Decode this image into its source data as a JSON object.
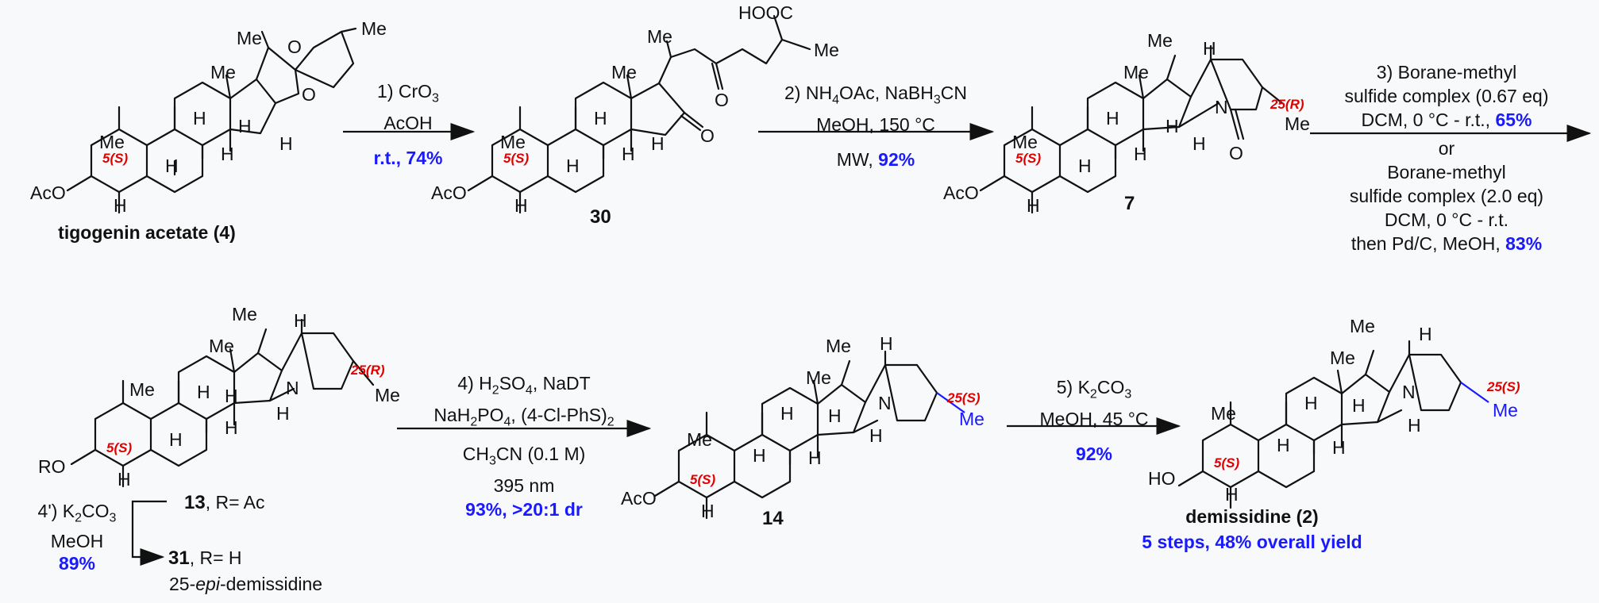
{
  "compounds": {
    "c4": {
      "name": "tigogenin acetate (4)",
      "stereo": "5(S)"
    },
    "c30": {
      "label": "30",
      "stereo": "5(S)",
      "acid": "HOOC"
    },
    "c7": {
      "label": "7",
      "stereo5": "5(S)",
      "stereo25": "25(R)"
    },
    "c13": {
      "label": "13",
      "r": ", R= Ac",
      "stereo5": "5(S)",
      "stereo25": "25(R)"
    },
    "c31": {
      "label": "31",
      "r": ", R= H",
      "name_pre": "25-",
      "name_epi": "epi",
      "name_post": "-demissidine"
    },
    "c14": {
      "label": "14",
      "stereo5": "5(S)",
      "stereo25": "25(S)"
    },
    "c2": {
      "name": "demissidine (2)",
      "yield": "5 steps, 48% overall yield",
      "stereo5": "5(S)",
      "stereo25": "25(S)"
    }
  },
  "atoms": {
    "me": "Me",
    "h": "H",
    "o": "O",
    "n": "N",
    "aco": "AcO",
    "ro": "RO",
    "ho": "HO"
  },
  "steps": {
    "s1": {
      "l1a": "1) CrO",
      "l1s": "3",
      "l2": "AcOH",
      "l3": "r.t., 74%"
    },
    "s2": {
      "l1a": "2) NH",
      "l1s1": "4",
      "l1b": "OAc, NaBH",
      "l1s2": "3",
      "l1c": "CN",
      "l2": "MeOH, 150 °C",
      "l3a": "MW, ",
      "l3b": "92%"
    },
    "s3": {
      "l1": "3) Borane-methyl",
      "l2": "sulfide complex (0.67 eq)",
      "l3a": "DCM, 0 °C - r.t., ",
      "l3b": "65%",
      "l4": "or",
      "l5": "Borane-methyl",
      "l6": "sulfide complex (2.0 eq)",
      "l7": "DCM, 0 °C - r.t.",
      "l8a": "then Pd/C, MeOH, ",
      "l8b": "83%"
    },
    "s4p": {
      "l1a": "4') K",
      "l1s": "2",
      "l1b": "CO",
      "l1s2": "3",
      "l2": "MeOH",
      "l3": "89%"
    },
    "s4": {
      "l1a": "4) H",
      "l1s1": "2",
      "l1b": "SO",
      "l1s2": "4",
      "l1c": ", NaDT",
      "l2a": "NaH",
      "l2s1": "2",
      "l2b": "PO",
      "l2s2": "4",
      "l2c": ", (4-Cl-PhS)",
      "l2s3": "2",
      "l3a": "CH",
      "l3s": "3",
      "l3b": "CN (0.1 M)",
      "l4": "395 nm",
      "l5": "93%, >20:1 dr"
    },
    "s5": {
      "l1a": "5) K",
      "l1s1": "2",
      "l1b": "CO",
      "l1s2": "3",
      "l2": "MeOH, 45 °C",
      "l3": "92%"
    }
  }
}
